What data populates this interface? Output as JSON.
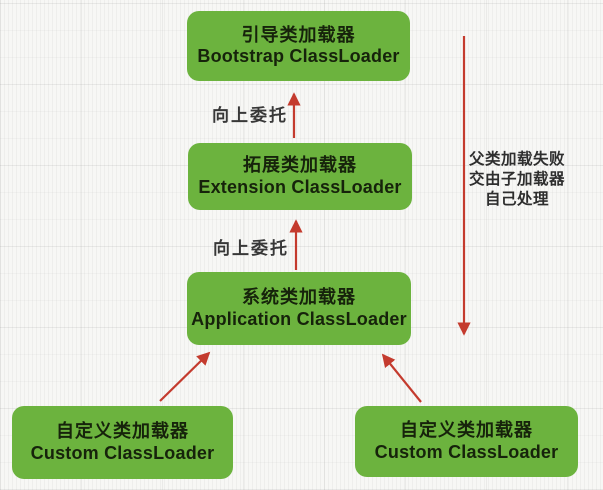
{
  "diagram": {
    "type": "flow",
    "topic": "ClassLoader delegation hierarchy",
    "nodes": [
      {
        "id": "bootstrap",
        "zh": "引导类加载器",
        "en": "Bootstrap ClassLoader"
      },
      {
        "id": "extension",
        "zh": "拓展类加载器",
        "en": "Extension ClassLoader"
      },
      {
        "id": "application",
        "zh": "系统类加载器",
        "en": "Application ClassLoader"
      },
      {
        "id": "custom-left",
        "zh": "自定义类加载器",
        "en": "Custom ClassLoader"
      },
      {
        "id": "custom-right",
        "zh": "自定义类加载器",
        "en": "Custom ClassLoader"
      }
    ],
    "edge_labels": [
      "向上委托",
      "向上委托"
    ],
    "side_note_lines": [
      "父类加载失败",
      "交由子加载器",
      "自己处理"
    ],
    "colors": {
      "node_fill": "#6cb33e",
      "node_text": "#16230b",
      "arrow": "#c43b2e",
      "label_text": "#383838",
      "background": "#f7f7f5"
    }
  }
}
